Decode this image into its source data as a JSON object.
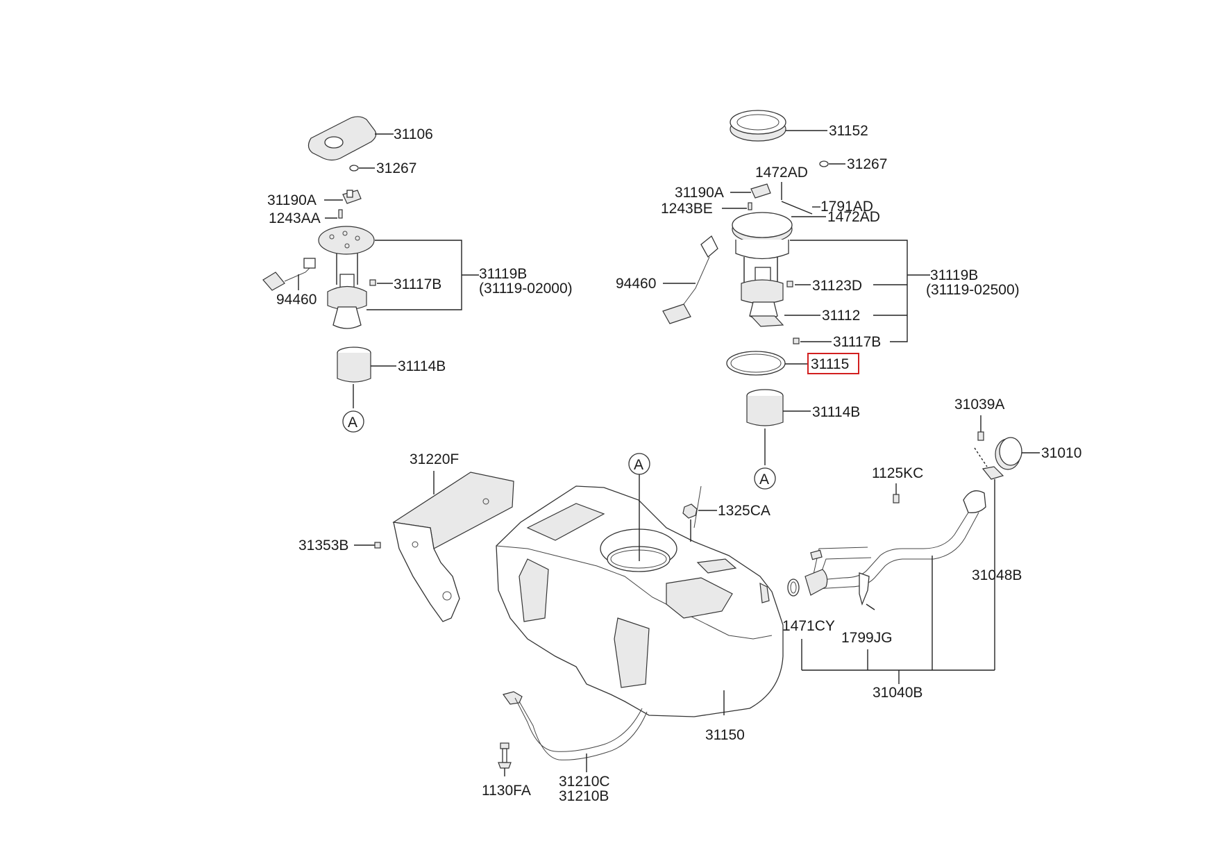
{
  "highlight": {
    "part_no": "31115",
    "color": "#d21f1f"
  },
  "labels": {
    "l_31106": "31106",
    "l_31267_left": "31267",
    "l_31190a_left": "31190A",
    "l_1243aa": "1243AA",
    "l_31119b_left": "31119B",
    "l_31119b_left_sub": "(31119-02000)",
    "l_31117b_left": "31117B",
    "l_94460_left": "94460",
    "l_31114b_left": "31114B",
    "l_a_left": "A",
    "l_31152": "31152",
    "l_31267_right": "31267",
    "l_1472ad_top": "1472AD",
    "l_31190a_right": "31190A",
    "l_1791ad": "1791AD",
    "l_1243be": "1243BE",
    "l_1472ad_bottom": "1472AD",
    "l_94460_right": "94460",
    "l_31123d": "31123D",
    "l_31119b_right": "31119B",
    "l_31119b_right_sub": "(31119-02500)",
    "l_31112": "31112",
    "l_31117b_right": "31117B",
    "l_31115": "31115",
    "l_31114b_right": "31114B",
    "l_a_right": "A",
    "l_31039a": "31039A",
    "l_31010": "31010",
    "l_1125kc": "1125KC",
    "l_31220f": "31220F",
    "l_a_tank": "A",
    "l_1325ca": "1325CA",
    "l_31353b": "31353B",
    "l_31048b": "31048B",
    "l_1471cy": "1471CY",
    "l_1799jg": "1799JG",
    "l_31040b": "31040B",
    "l_31150": "31150",
    "l_31210c": "31210C",
    "l_31210b": "31210B",
    "l_1130fa": "1130FA"
  },
  "icons": {
    "fuel_tank": "fuel-tank-icon",
    "fuel_pump": "fuel-pump-assembly-icon",
    "gasket": "gasket-ring-icon",
    "lock_ring": "lock-ring-icon",
    "filler_neck": "filler-neck-icon",
    "fuel_cap": "fuel-cap-icon"
  }
}
